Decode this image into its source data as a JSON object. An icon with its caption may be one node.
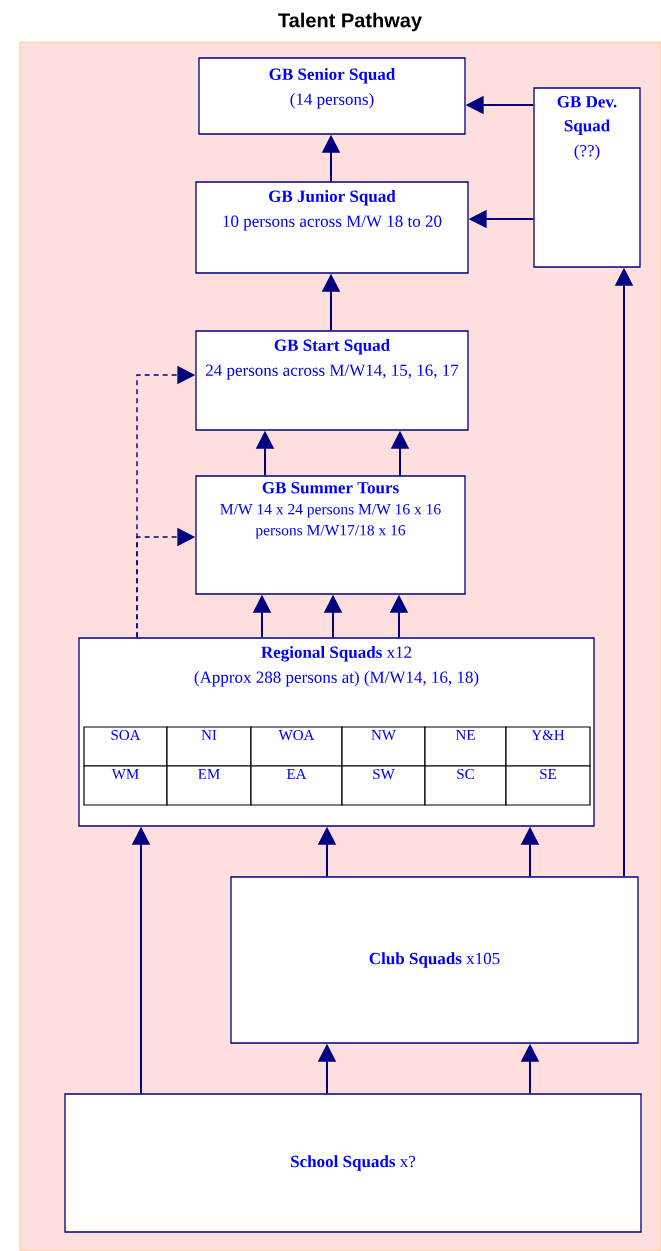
{
  "diagram": {
    "title": "Talent Pathway",
    "nodes": [
      {
        "text": [
          "GB Senior Squad",
          "(14 persons)"
        ]
      },
      {
        "text": [
          "GB Dev. Squad",
          "(??)"
        ]
      },
      {
        "text": [
          "GB Junior Squad",
          "10 persons across M/W 18 to 20"
        ]
      },
      {
        "text": [
          "GB Start Squad",
          "24 persons across M/W14, 15, 16, 17"
        ]
      },
      {
        "text": [
          "GB Summer Tours",
          "M/W 14 x 24 persons M/W 16 x 16 persons M/W17/18 x 16"
        ]
      },
      {
        "text": [
          "**Regional Squads** x12",
          "(Approx 288 persons at) (M/W14, 16, 18)"
        ]
      },
      {
        "text": [
          "**Club Squads** x105"
        ]
      },
      {
        "text": [
          "**School Squads** x?"
        ]
      }
    ],
    "edges": [
      {
        "from": 2,
        "to": 0,
        "arrow": "to"
      },
      {
        "from": 1,
        "to": 0,
        "arrow": "to"
      },
      {
        "from": 1,
        "to": 2,
        "arrow": "to"
      },
      {
        "from": 6,
        "to": 1,
        "arrow": "to"
      },
      {
        "from": 3,
        "to": 2,
        "arrow": "to"
      },
      {
        "from": 4,
        "to": 3,
        "arrow": "to"
      },
      {
        "from": 4,
        "to": 3,
        "arrow": "to"
      },
      {
        "from": 5,
        "to": 4,
        "arrow": "to"
      },
      {
        "from": 5,
        "to": 4,
        "arrow": "to"
      },
      {
        "from": 5,
        "to": 4,
        "arrow": "to"
      },
      {
        "from": 5,
        "to": 3,
        "arrow": "to",
        "style": "dashed"
      },
      {
        "from": 5,
        "to": 4,
        "arrow": "to",
        "style": "dashed"
      },
      {
        "from": 7,
        "to": 5,
        "arrow": "to"
      },
      {
        "from": 6,
        "to": 5,
        "arrow": "to"
      },
      {
        "from": 6,
        "to": 5,
        "arrow": "to"
      },
      {
        "from": 7,
        "to": 6,
        "arrow": "to"
      },
      {
        "from": 7,
        "to": 6,
        "arrow": "to"
      }
    ],
    "labels": [
      "SOA",
      "NI",
      "WOA",
      "NW",
      "NE",
      "Y&H",
      "WM",
      "EM",
      "EA",
      "SW",
      "SC",
      "SE"
    ]
  }
}
